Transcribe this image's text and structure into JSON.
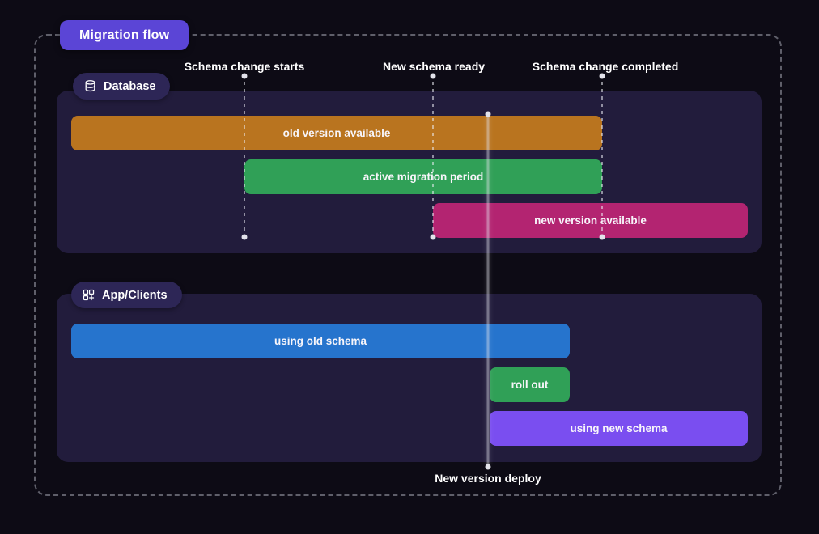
{
  "title": "Migration flow",
  "timeline": {
    "markers": [
      {
        "label": "Schema change starts"
      },
      {
        "label": "New schema ready"
      },
      {
        "label": "Schema change completed"
      }
    ],
    "deploy": {
      "label": "New version deploy"
    }
  },
  "sections": [
    {
      "label": "Database",
      "icon": "database-icon",
      "bars": [
        {
          "label": "old version available",
          "color": "#b9741f"
        },
        {
          "label": "active migration period",
          "color": "#30a057"
        },
        {
          "label": "new version available",
          "color": "#b32471"
        }
      ]
    },
    {
      "label": "App/Clients",
      "icon": "apps-plus-icon",
      "bars": [
        {
          "label": "using old schema",
          "color": "#2674cd"
        },
        {
          "label": "roll out",
          "color": "#30a057"
        },
        {
          "label": "using new schema",
          "color": "#7a4ef0"
        }
      ]
    }
  ],
  "colors": {
    "background": "#0d0b15",
    "panel": "#221c3c",
    "title_badge": "#5b45d6",
    "section_badge": "#2d2656",
    "border_dash": "#5f5f6a",
    "marker_line": "#e2e2ea"
  }
}
